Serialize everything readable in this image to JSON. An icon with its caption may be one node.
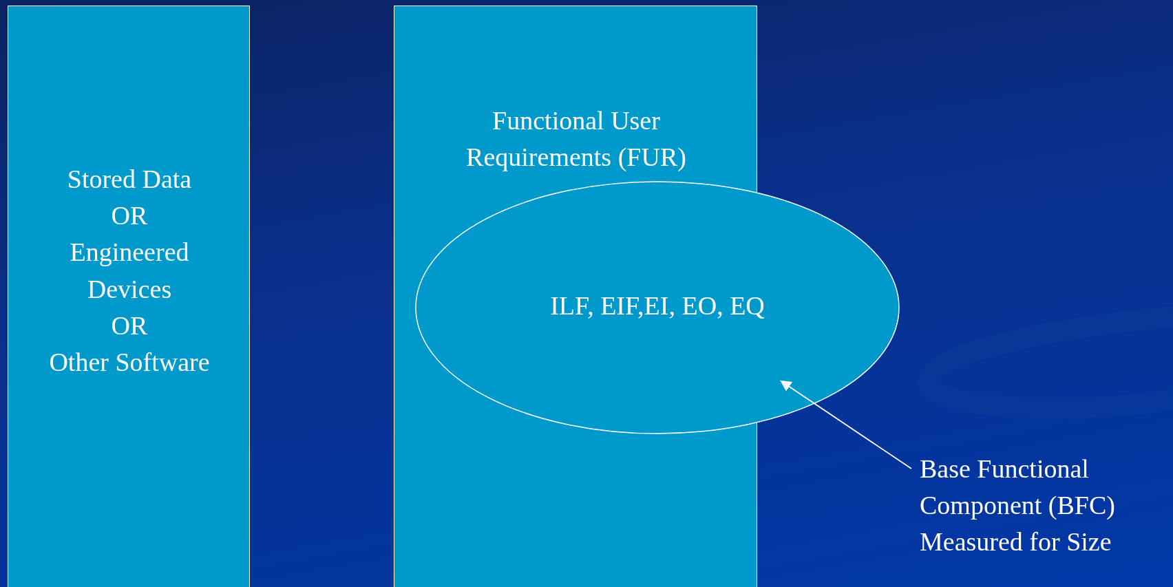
{
  "diagram": {
    "nodes": [
      {
        "text": [
          "Stored Data",
          "OR",
          "Engineered Devices",
          "OR",
          "Other Software"
        ]
      },
      {
        "text": [
          "Functional User Requirements (FUR)"
        ]
      },
      {
        "text": [
          "ILF, EIF,EI, EO, EQ"
        ]
      },
      {
        "text": [
          "Base Functional Component (BFC) Measured for Size"
        ]
      }
    ],
    "edges": [
      {
        "from": 3,
        "to": 2,
        "arrow": "to"
      }
    ]
  }
}
